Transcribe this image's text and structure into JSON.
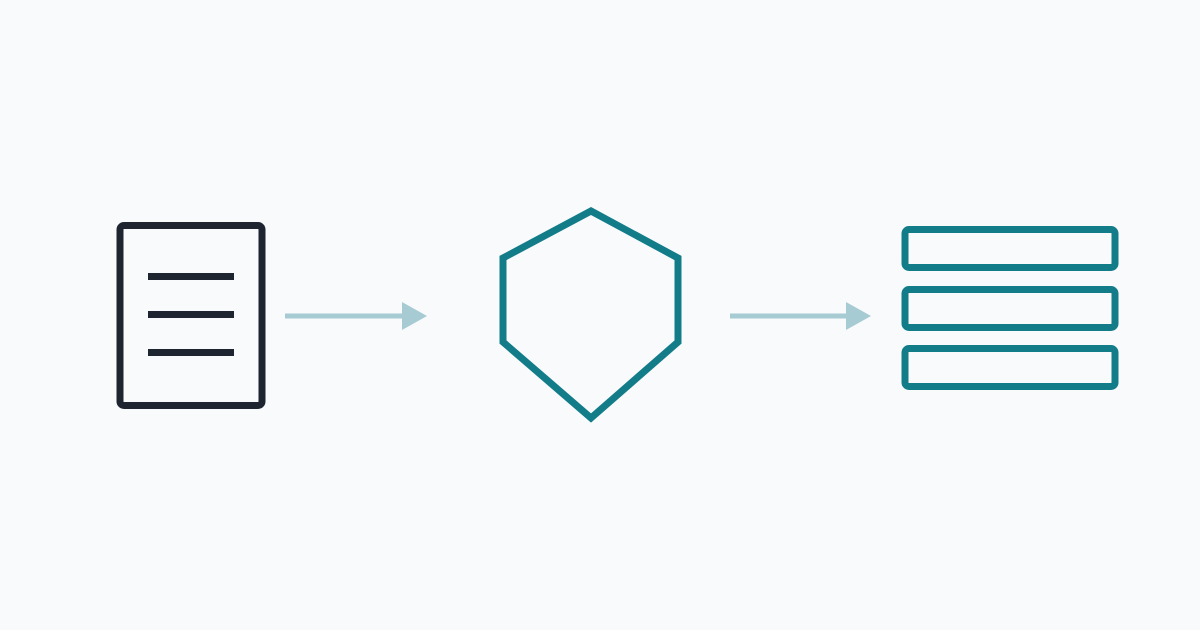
{
  "diagram": {
    "colors": {
      "background": "#f8fafc",
      "document": "#1e2530",
      "primary": "#137c89",
      "arrow": "#a6cbd2"
    },
    "nodes": [
      {
        "id": "source",
        "icon": "document-icon"
      },
      {
        "id": "processor",
        "icon": "shield-icon"
      },
      {
        "id": "output",
        "icon": "stacked-list-icon"
      }
    ],
    "edges": [
      {
        "from": "source",
        "to": "processor",
        "icon": "arrow-right-icon"
      },
      {
        "from": "processor",
        "to": "output",
        "icon": "arrow-right-icon"
      }
    ]
  }
}
